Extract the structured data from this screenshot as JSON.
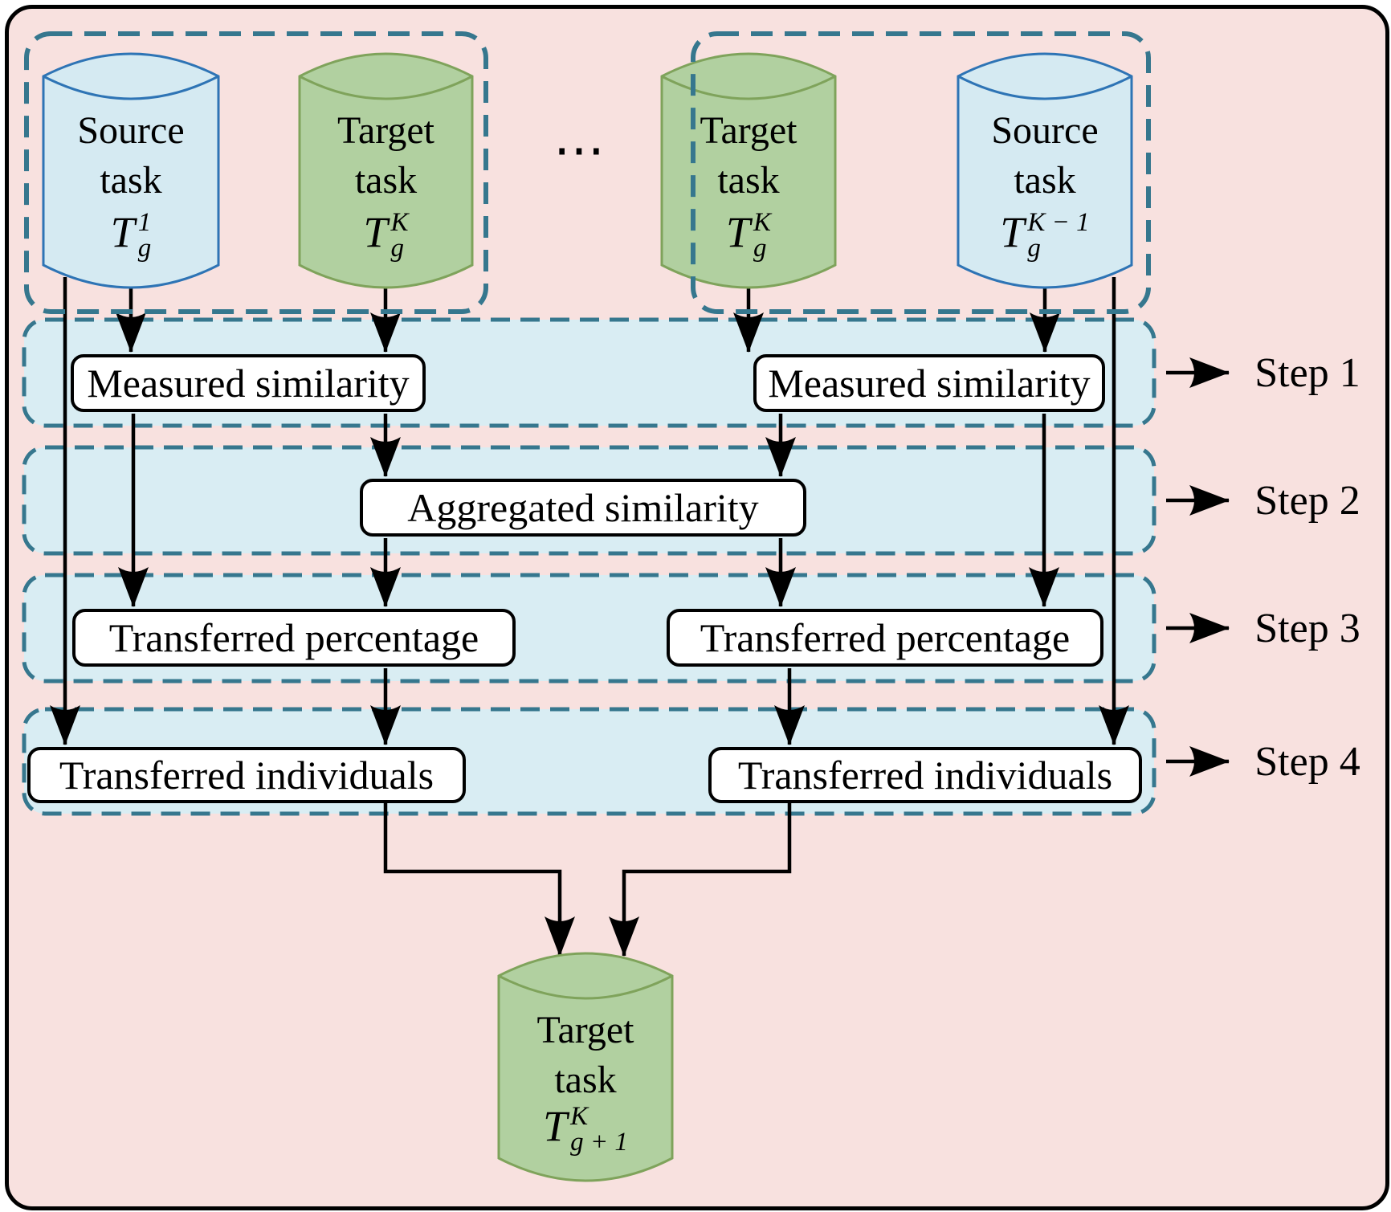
{
  "colors": {
    "background_pink": "#f8e1df",
    "band_fill": "#d9edf3",
    "dashed_border": "#36778e",
    "blue_cylinder_fill": "#d5eaf2",
    "blue_cylinder_stroke": "#2e74b5",
    "green_cylinder_fill": "#b1d0a0",
    "green_cylinder_stroke": "#7fa35b",
    "line_color": "#000000"
  },
  "ellipsis": "⋯",
  "cylinders": [
    {
      "id": "source-task-1",
      "line1": "Source",
      "line2": "task",
      "math": {
        "base": "T",
        "sup": "1",
        "sub": "g"
      }
    },
    {
      "id": "target-task-k-left",
      "line1": "Target",
      "line2": "task",
      "math": {
        "base": "T",
        "sup": "K",
        "sub": "g"
      }
    },
    {
      "id": "target-task-k-right",
      "line1": "Target",
      "line2": "task",
      "math": {
        "base": "T",
        "sup": "K",
        "sub": "g"
      }
    },
    {
      "id": "source-task-k-minus-1",
      "line1": "Source",
      "line2": "task",
      "math": {
        "base": "T",
        "sup": "K − 1",
        "sub": "g"
      }
    },
    {
      "id": "target-task-next-gen",
      "line1": "Target",
      "line2": "task",
      "math": {
        "base": "T",
        "sup": "K",
        "sub": "g + 1"
      }
    }
  ],
  "boxes": {
    "measured_left": "Measured similarity",
    "measured_right": "Measured similarity",
    "aggregated": "Aggregated similarity",
    "percentage_left": "Transferred percentage",
    "percentage_right": "Transferred percentage",
    "individuals_left": "Transferred individuals",
    "individuals_right": "Transferred individuals"
  },
  "steps": [
    {
      "label": "Step 1"
    },
    {
      "label": "Step 2"
    },
    {
      "label": "Step 3"
    },
    {
      "label": "Step 4"
    }
  ]
}
